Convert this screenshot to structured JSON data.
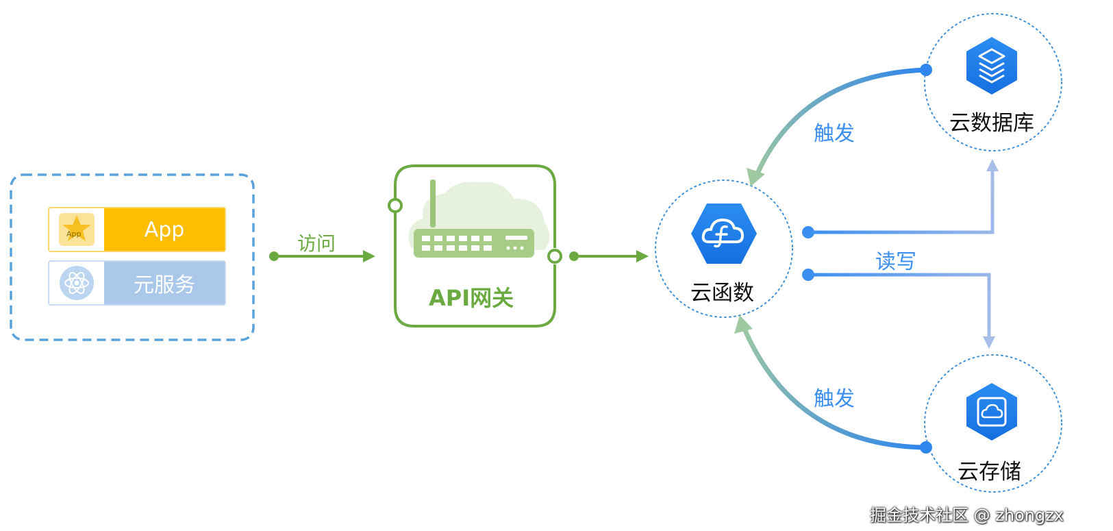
{
  "client": {
    "app_label": "App",
    "app_icon_text": "App",
    "service_label": "元服务"
  },
  "edges": {
    "access_label": "访问",
    "trigger_top_label": "触发",
    "trigger_bottom_label": "触发",
    "readwrite_label": "读写"
  },
  "nodes": {
    "gateway_label": "API网关",
    "function_label": "云函数",
    "database_label": "云数据库",
    "storage_label": "云存储"
  },
  "watermark": "掘金技术社区 @ zhongzx",
  "colors": {
    "client_border": "#5aa2dc",
    "app_yellow": "#fdbd00",
    "service_blue": "#a9c8ea",
    "gateway_green": "#6aaa41",
    "node_blue": "#1e7bea",
    "trigger_green": "#8fc29c",
    "readwrite_blue": "#3a8ff0"
  },
  "icons": {
    "app": "star-app-icon",
    "service": "atom-icon",
    "gateway": "router-cloud-icon",
    "function": "cloud-function-icon",
    "database": "database-stack-icon",
    "storage": "cloud-storage-icon"
  }
}
